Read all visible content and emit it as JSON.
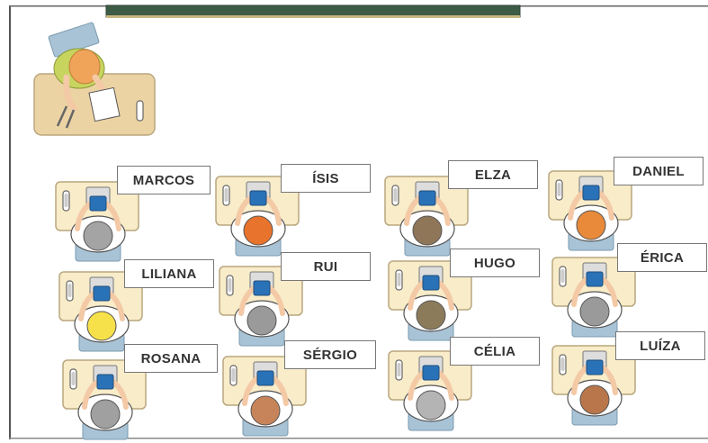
{
  "classroom": {
    "colors": {
      "desk": "#f8ecc9",
      "desk_border": "#b9a77e",
      "board": "#3d5c45",
      "chair": "#a9c3d6",
      "shirt": "#ffffff",
      "skin": "#f3c9a6",
      "tablet": "#2a72b8",
      "teacher_desk": "#ecd3a4"
    },
    "teacher": {
      "hair": "#f0a45a",
      "shirt": "#c7d45e"
    },
    "students": [
      {
        "name": "MARCOS",
        "hair": "#a4a4a4"
      },
      {
        "name": "ÍSIS",
        "hair": "#e8732c"
      },
      {
        "name": "ELZA",
        "hair": "#8f7658"
      },
      {
        "name": "DANIEL",
        "hair": "#e88a3a"
      },
      {
        "name": "LILIANA",
        "hair": "#f7e14a"
      },
      {
        "name": "RUI",
        "hair": "#9a9a9a"
      },
      {
        "name": "HUGO",
        "hair": "#8b7b5a"
      },
      {
        "name": "ÉRICA",
        "hair": "#9a9a9a"
      },
      {
        "name": "ROSANA",
        "hair": "#a0a0a0"
      },
      {
        "name": "SÉRGIO",
        "hair": "#c7845a"
      },
      {
        "name": "CÉLIA",
        "hair": "#b4b4b4"
      },
      {
        "name": "LUÍZA",
        "hair": "#b8764a"
      }
    ]
  }
}
